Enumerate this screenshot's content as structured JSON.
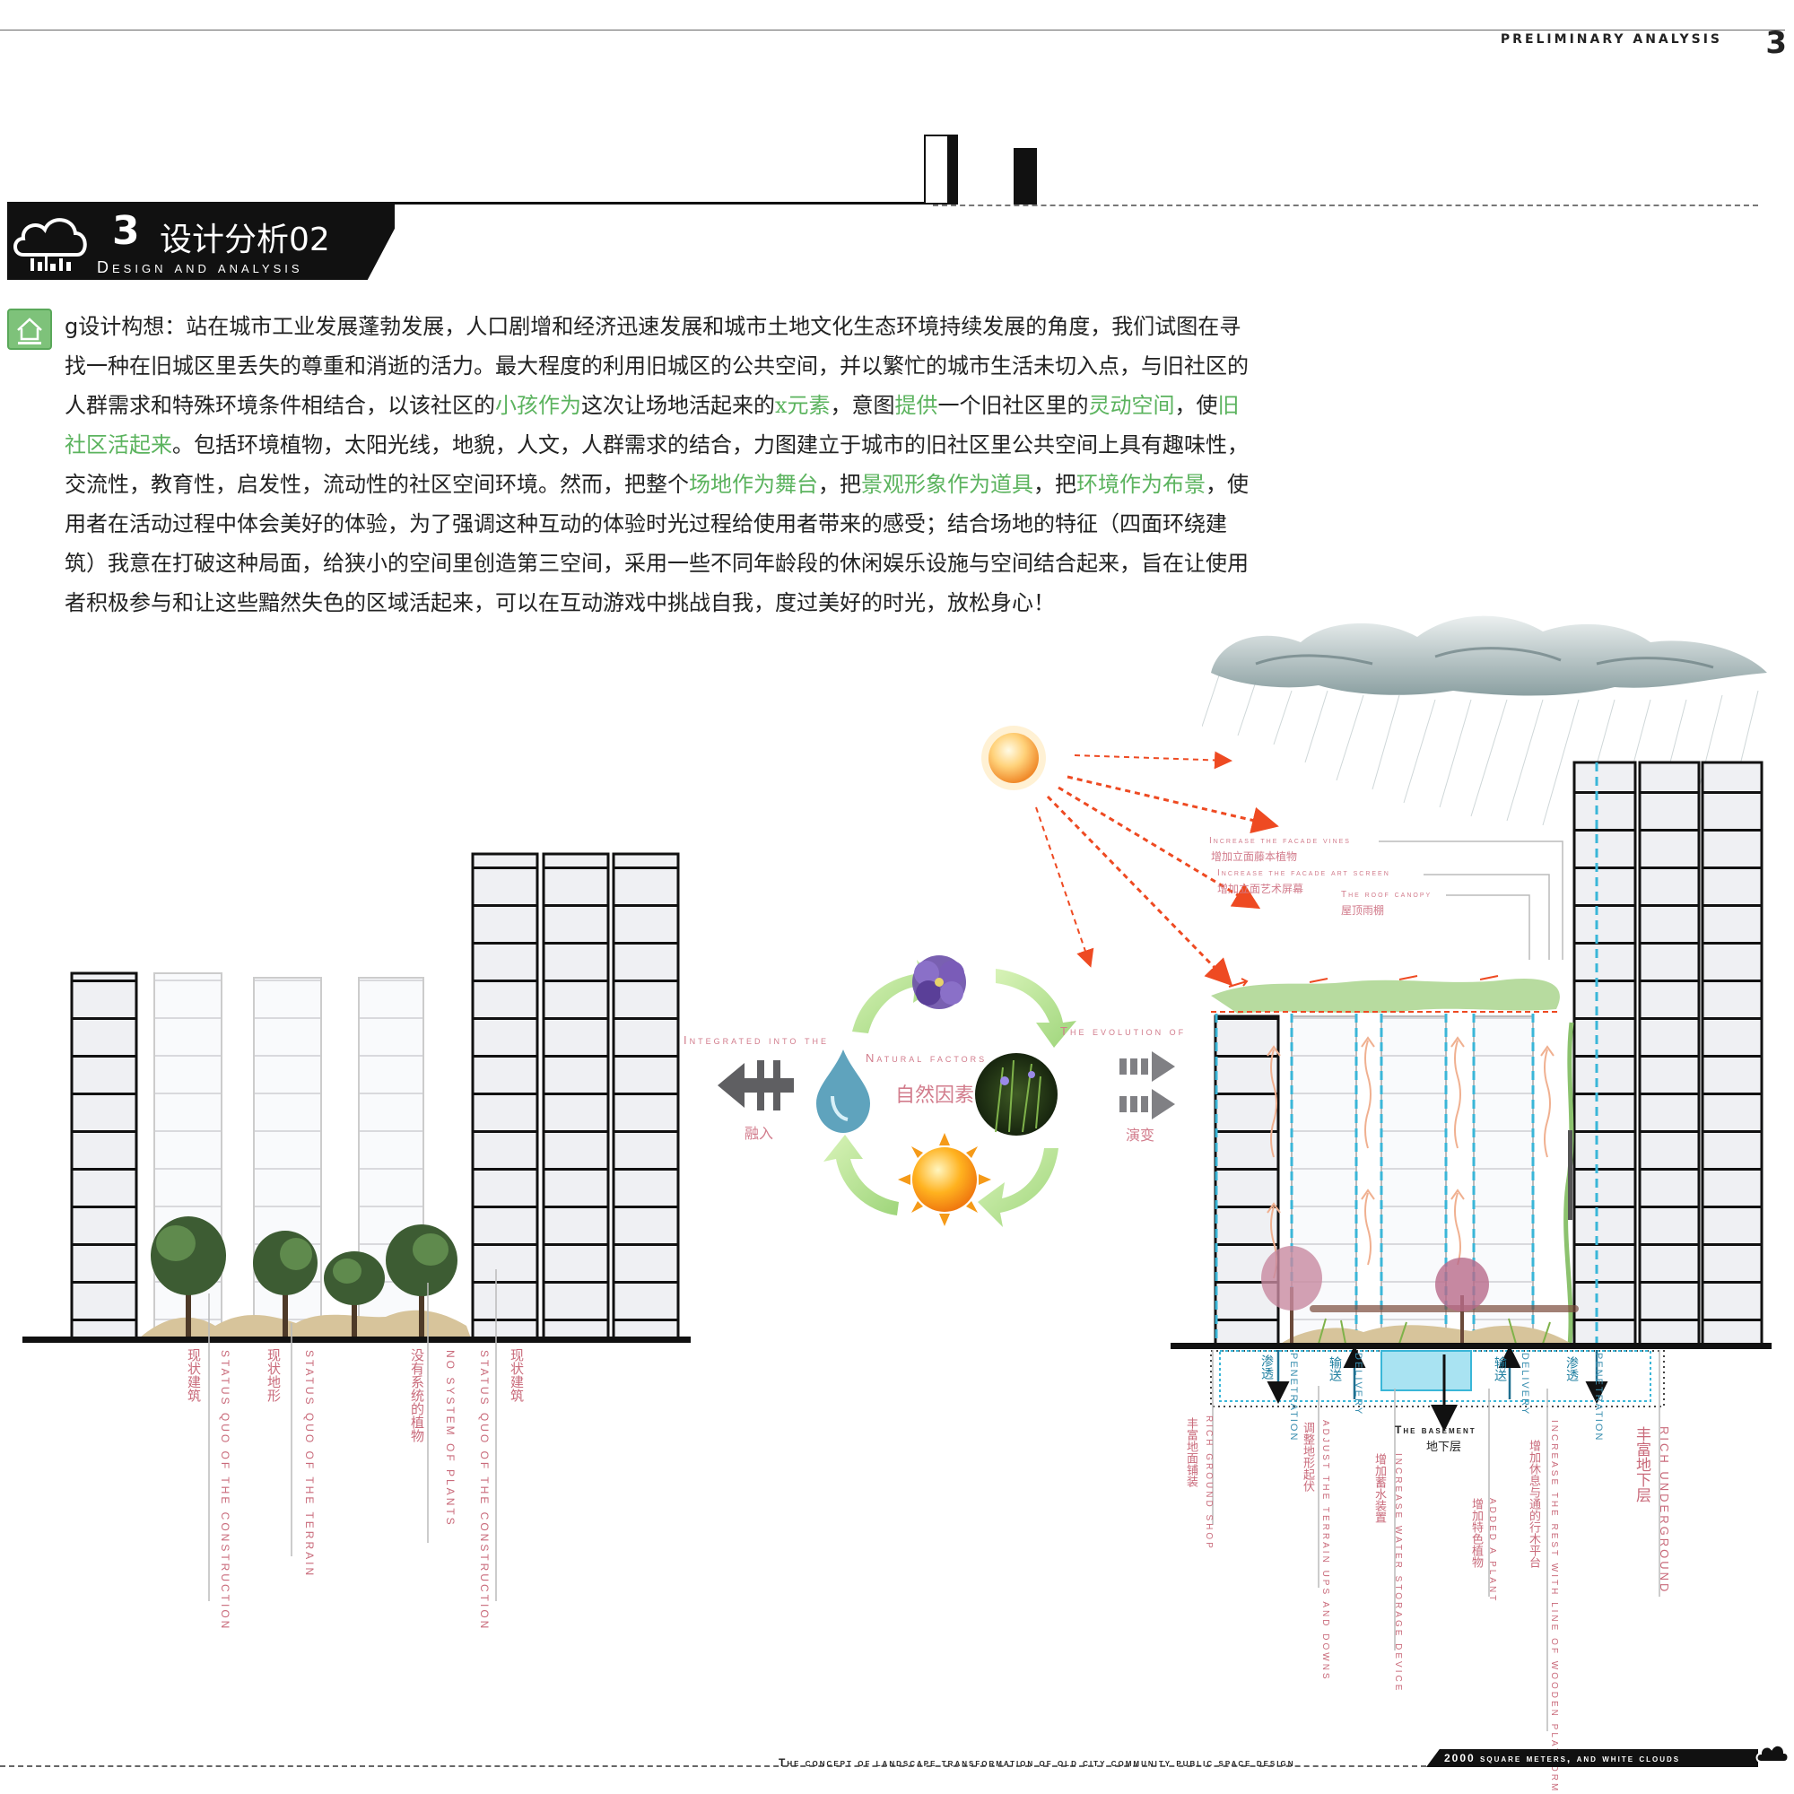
{
  "header": {
    "label": "PRELIMINARY ANALYSIS",
    "page_number": "3"
  },
  "section": {
    "number": "3",
    "title": "设计分析02",
    "subtitle": "Design and analysis"
  },
  "paragraph": {
    "lead": "g设计构想：",
    "segments": [
      {
        "text": "站在城市工业发展蓬勃发展，人口剧增和经济迅速发展和城市土地文化生态环境持续发展的角度，我们试图在寻找一种在旧城区里丢失的尊重和消逝的活力。最大程度的利用旧城区的公共空间，并以繁忙的城市生活未切入点，与旧社区的人群需求和特殊环境条件相结合，以该社区的",
        "hl": false
      },
      {
        "text": "小孩作为",
        "hl": true
      },
      {
        "text": "这次让场地活起来的",
        "hl": false
      },
      {
        "text": "x元素",
        "hl": true
      },
      {
        "text": "，意图",
        "hl": false
      },
      {
        "text": "提供",
        "hl": true
      },
      {
        "text": "一个旧社区里的",
        "hl": false
      },
      {
        "text": "灵动空间",
        "hl": true
      },
      {
        "text": "，使",
        "hl": false
      },
      {
        "text": "旧社区活起来",
        "hl": true
      },
      {
        "text": "。包括环境植物，太阳光线，地貌，人文，人群需求的结合，力图建立于城市的旧社区里公共空间上具有趣味性，交流性，教育性，启发性，流动性的社区空间环境。然而，把整个",
        "hl": false
      },
      {
        "text": "场地作为舞台",
        "hl": true
      },
      {
        "text": "，把",
        "hl": false
      },
      {
        "text": "景观形象作为道具",
        "hl": true
      },
      {
        "text": "，把",
        "hl": false
      },
      {
        "text": "环境作为布景",
        "hl": true
      },
      {
        "text": "，使用者在活动过程中体会美好的体验，为了强调这种互动的体验时光过程给使用者带来的感受；结合场地的特征（四面环绕建筑）我意在打破这种局面，给狭小的空间里创造第三空间，采用一些不同年龄段的休闲娱乐设施与空间结合起来，旨在让使用者积极参与和让这些黯然失色的区域活起来，可以在互动游戏中挑战自我，度过美好的时光，放松身心！",
        "hl": false
      }
    ]
  },
  "left_labels": [
    {
      "cn": "现状建筑",
      "en": "STATUS QUO OF THE CONSTRUCTION"
    },
    {
      "cn": "现状地形",
      "en": "STATUS QUO OF THE TERRAIN"
    },
    {
      "cn": "没有系统的植物",
      "en": "NO SYSTEM OF PLANTS"
    },
    {
      "cn": "现状建筑",
      "en": "STATUS QUO OF THE CONSTRUCTION"
    }
  ],
  "middle": {
    "integrated_en": "Integrated into the",
    "integrated_cn": "融入",
    "natural_en": "Natural factors",
    "natural_cn": "自然因素",
    "evolution_en": "The evolution of",
    "evolution_cn": "演变"
  },
  "right_annotations": [
    {
      "en": "Increase the facade vines",
      "cn": "增加立面藤本植物"
    },
    {
      "en": "Increase the facade art screen",
      "cn": "增加立面艺术屏幕"
    },
    {
      "en": "The roof canopy",
      "cn": "屋顶雨棚"
    }
  ],
  "right_labels": {
    "penetration_cn": "渗透",
    "penetration_en": "PENETRATION",
    "delivery_cn": "输送",
    "delivery_en": "DELIVERY",
    "basement_en": "The basement",
    "basement_cn": "地下层",
    "bottom": [
      {
        "cn": "丰富地面铺装",
        "en": "RICH GROUND SHOP"
      },
      {
        "cn": "调整地形起伏",
        "en": "ADJUST THE TERRAIN UPS AND DOWNS"
      },
      {
        "cn": "增加蓄水装置",
        "en": "INCREASE WATER STORAGE DEVICE"
      },
      {
        "cn": "增加特色植物",
        "en": "ADDED A PLANT"
      },
      {
        "cn": "增加休息与通的行木平台",
        "en": "INCREASE THE REST WITH LINE OF WOODEN PLATFORM"
      },
      {
        "cn": "丰富地下层",
        "en": "RICH UNDERGROUND"
      }
    ]
  },
  "footer": {
    "left": "The concept of landscape transformation of old city community public space design",
    "right": "2000 square meters, and white clouds"
  },
  "colors": {
    "accent_green": "#5bb35e",
    "label_pink": "#c96a7a",
    "water_blue": "#3ab6d8",
    "arrow_red": "#ee4a22"
  }
}
